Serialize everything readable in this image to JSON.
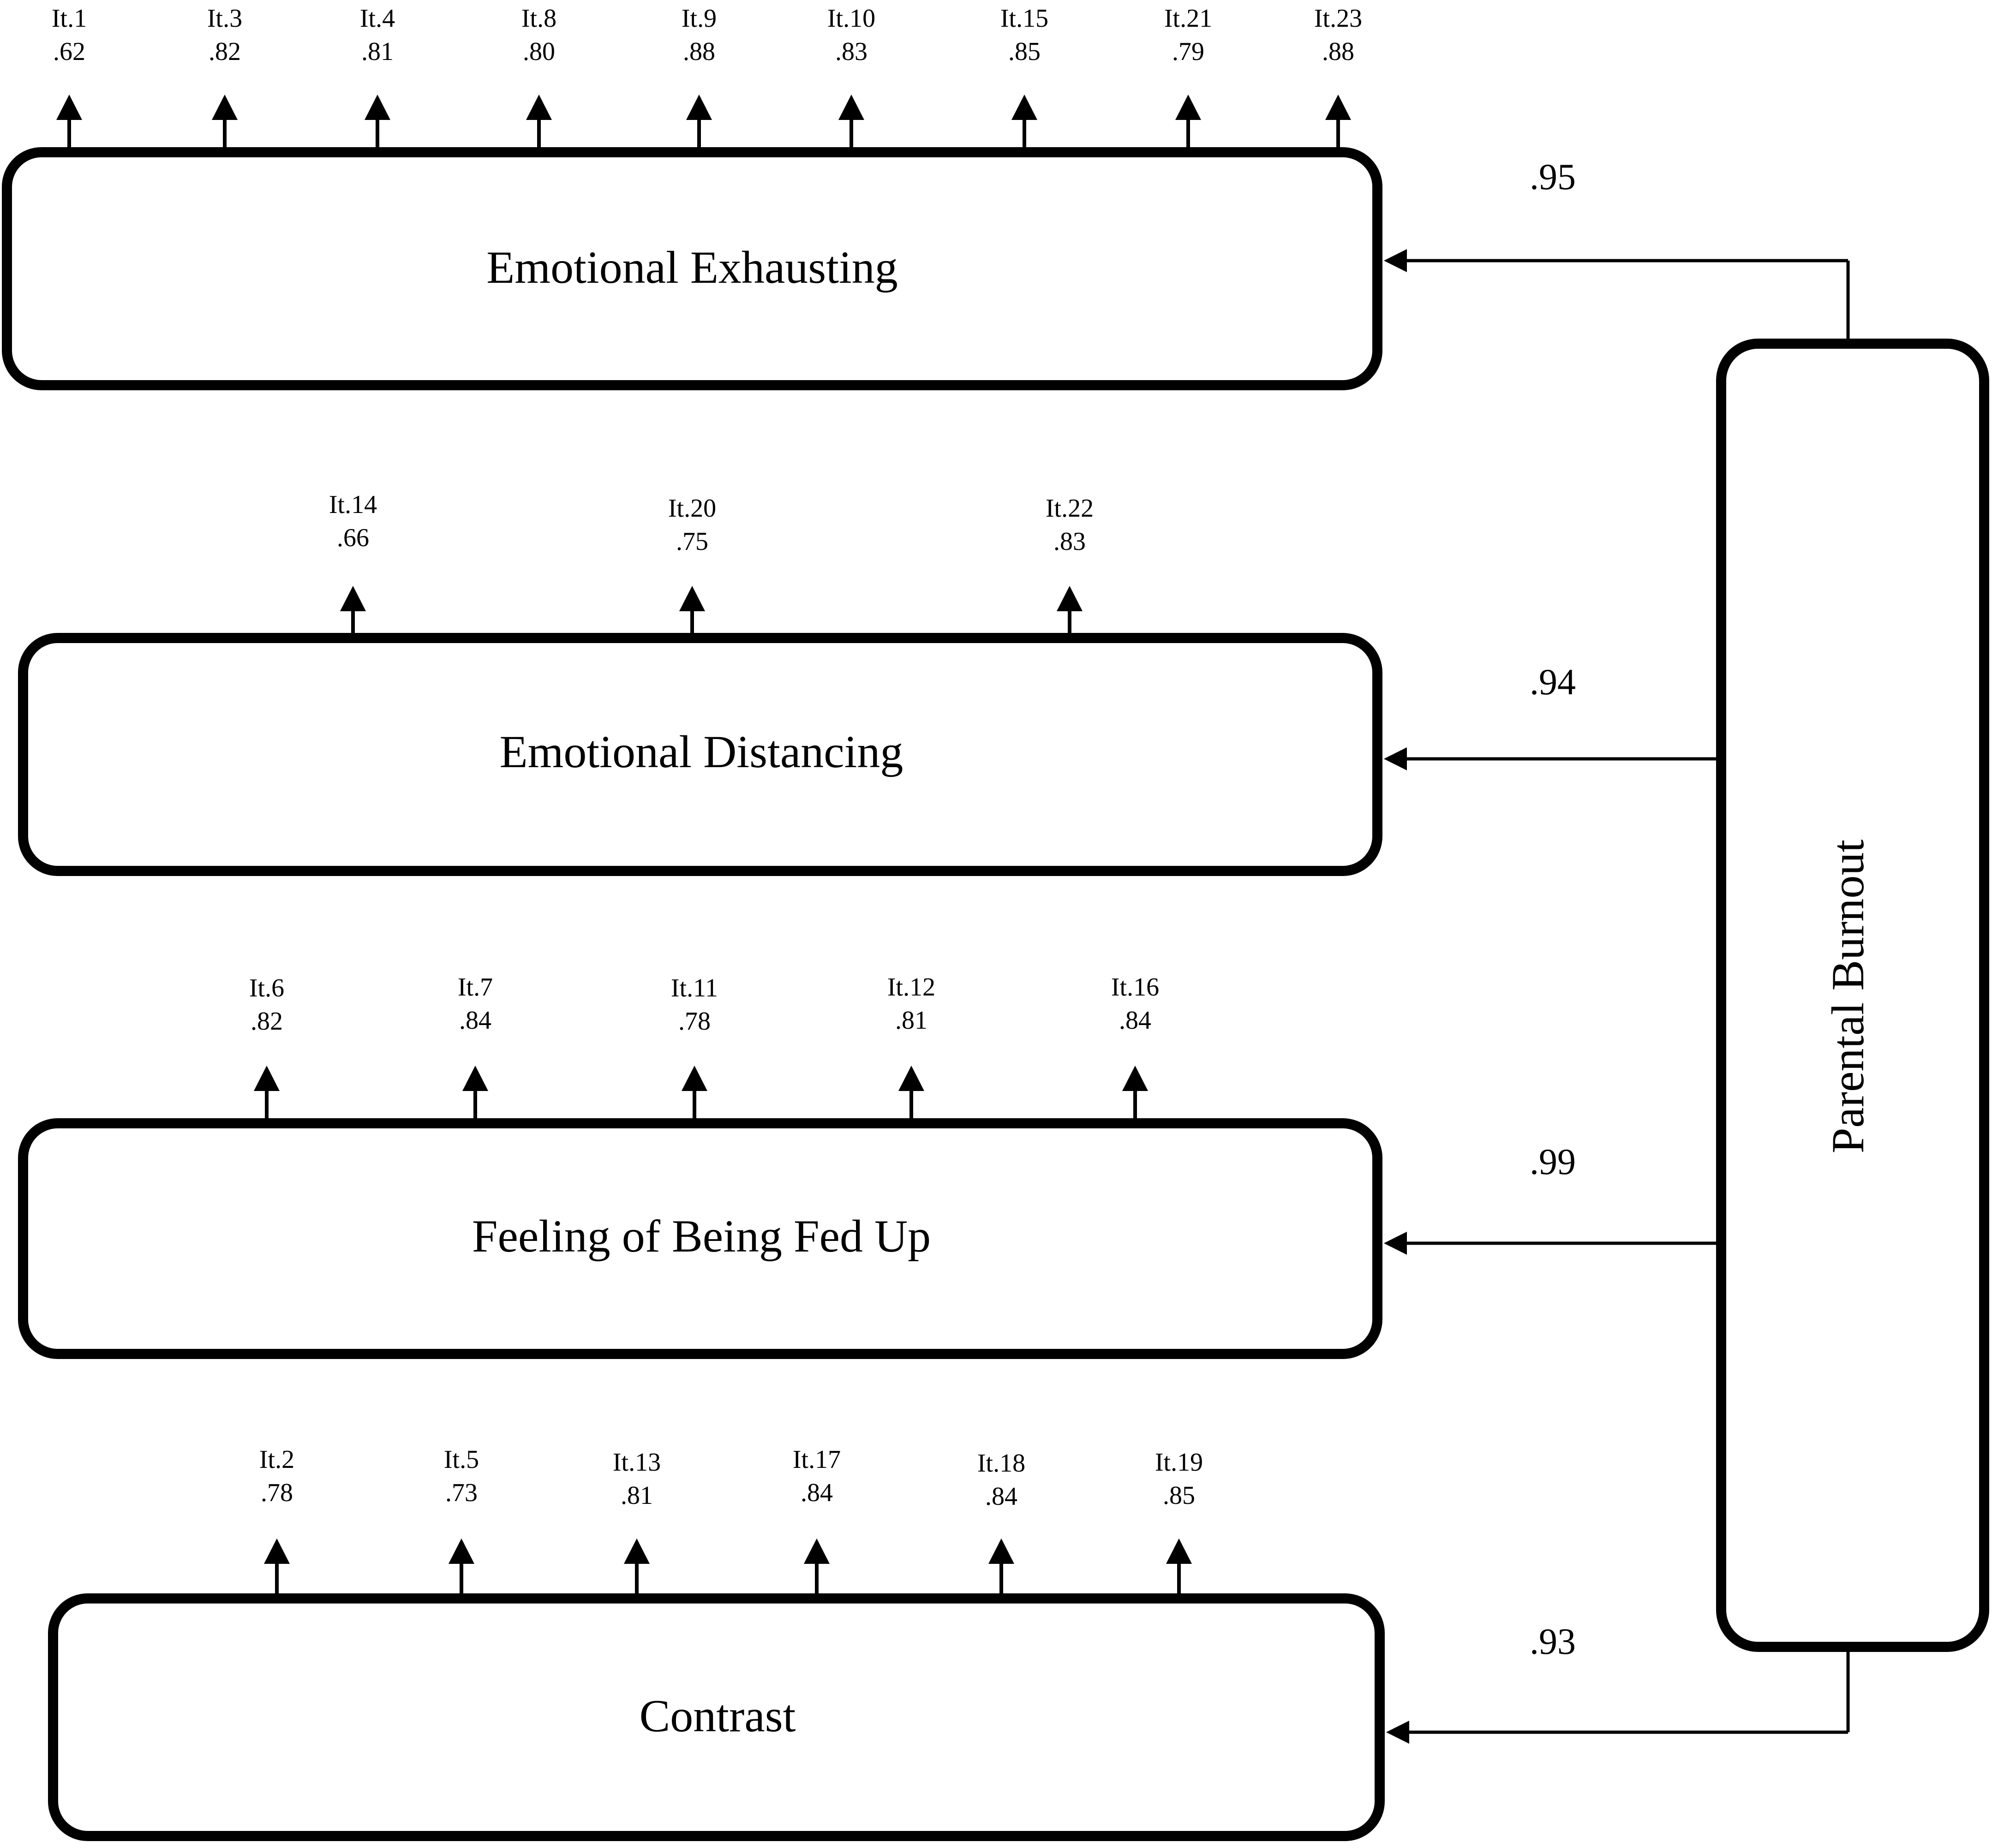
{
  "colors": {
    "stroke": "#000000",
    "background": "#ffffff",
    "text": "#000000"
  },
  "second_order_factor": "Parental Burnout",
  "factors": [
    {
      "name": "Emotional Exhausting",
      "path_coefficient": ".95",
      "items": [
        {
          "item": "It.1",
          "loading": ".62"
        },
        {
          "item": "It.3",
          "loading": ".82"
        },
        {
          "item": "It.4",
          "loading": ".81"
        },
        {
          "item": "It.8",
          "loading": ".80"
        },
        {
          "item": "It.9",
          "loading": ".88"
        },
        {
          "item": "It.10",
          "loading": ".83"
        },
        {
          "item": "It.15",
          "loading": ".85"
        },
        {
          "item": "It.21",
          "loading": ".79"
        },
        {
          "item": "It.23",
          "loading": ".88"
        }
      ]
    },
    {
      "name": "Emotional Distancing",
      "path_coefficient": ".94",
      "items": [
        {
          "item": "It.14",
          "loading": ".66"
        },
        {
          "item": "It.20",
          "loading": ".75"
        },
        {
          "item": "It.22",
          "loading": ".83"
        }
      ]
    },
    {
      "name": "Feeling of Being Fed Up",
      "path_coefficient": ".99",
      "items": [
        {
          "item": "It.6",
          "loading": ".82"
        },
        {
          "item": "It.7",
          "loading": ".84"
        },
        {
          "item": "It.11",
          "loading": ".78"
        },
        {
          "item": "It.12",
          "loading": ".81"
        },
        {
          "item": "It.16",
          "loading": ".84"
        }
      ]
    },
    {
      "name": "Contrast",
      "path_coefficient": ".93",
      "items": [
        {
          "item": "It.2",
          "loading": ".78"
        },
        {
          "item": "It.5",
          "loading": ".73"
        },
        {
          "item": "It.13",
          "loading": ".81"
        },
        {
          "item": "It.17",
          "loading": ".84"
        },
        {
          "item": "It.18",
          "loading": ".84"
        },
        {
          "item": "It.19",
          "loading": ".85"
        }
      ]
    }
  ]
}
